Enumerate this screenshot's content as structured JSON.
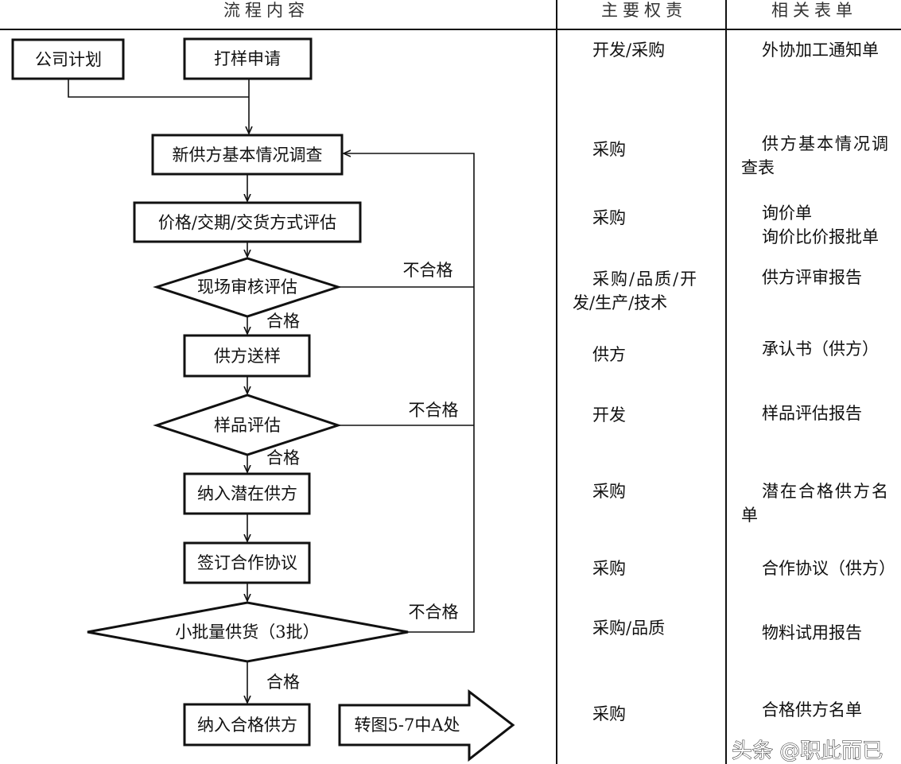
{
  "header": {
    "process": "流程内容",
    "responsibility": "主要权责",
    "forms": "相关表单"
  },
  "flow": {
    "company_plan": "公司计划",
    "sample_request": "打样申请",
    "supplier_survey": "新供方基本情况调查",
    "price_eval": "价格/交期/交货方式评估",
    "site_audit": "现场审核评估",
    "supplier_sample": "供方送样",
    "sample_eval": "样品评估",
    "potential_supplier": "纳入潜在供方",
    "sign_agreement": "签订合作协议",
    "small_batch": "小批量供货（3批）",
    "qualified_supplier": "纳入合格供方",
    "goto": "转图5-7中A处",
    "pass": "合格",
    "fail": "不合格"
  },
  "responsibility": [
    "开发/采购",
    "采购",
    "采购",
    "采购/品质/开",
    "发/生产/技术",
    "供方",
    "开发",
    "采购",
    "采购",
    "采购/品质",
    "采购"
  ],
  "forms": [
    "外协加工通知单",
    "供方基本情况调",
    "查表",
    "询价单",
    "询价比价报批单",
    "供方评审报告",
    "承认书（供方）",
    "样品评估报告",
    "潜在合格供方名",
    "单",
    "合作协议（供方）",
    "物料试用报告",
    "合格供方名单"
  ],
  "watermark": "头条 @职此而已"
}
